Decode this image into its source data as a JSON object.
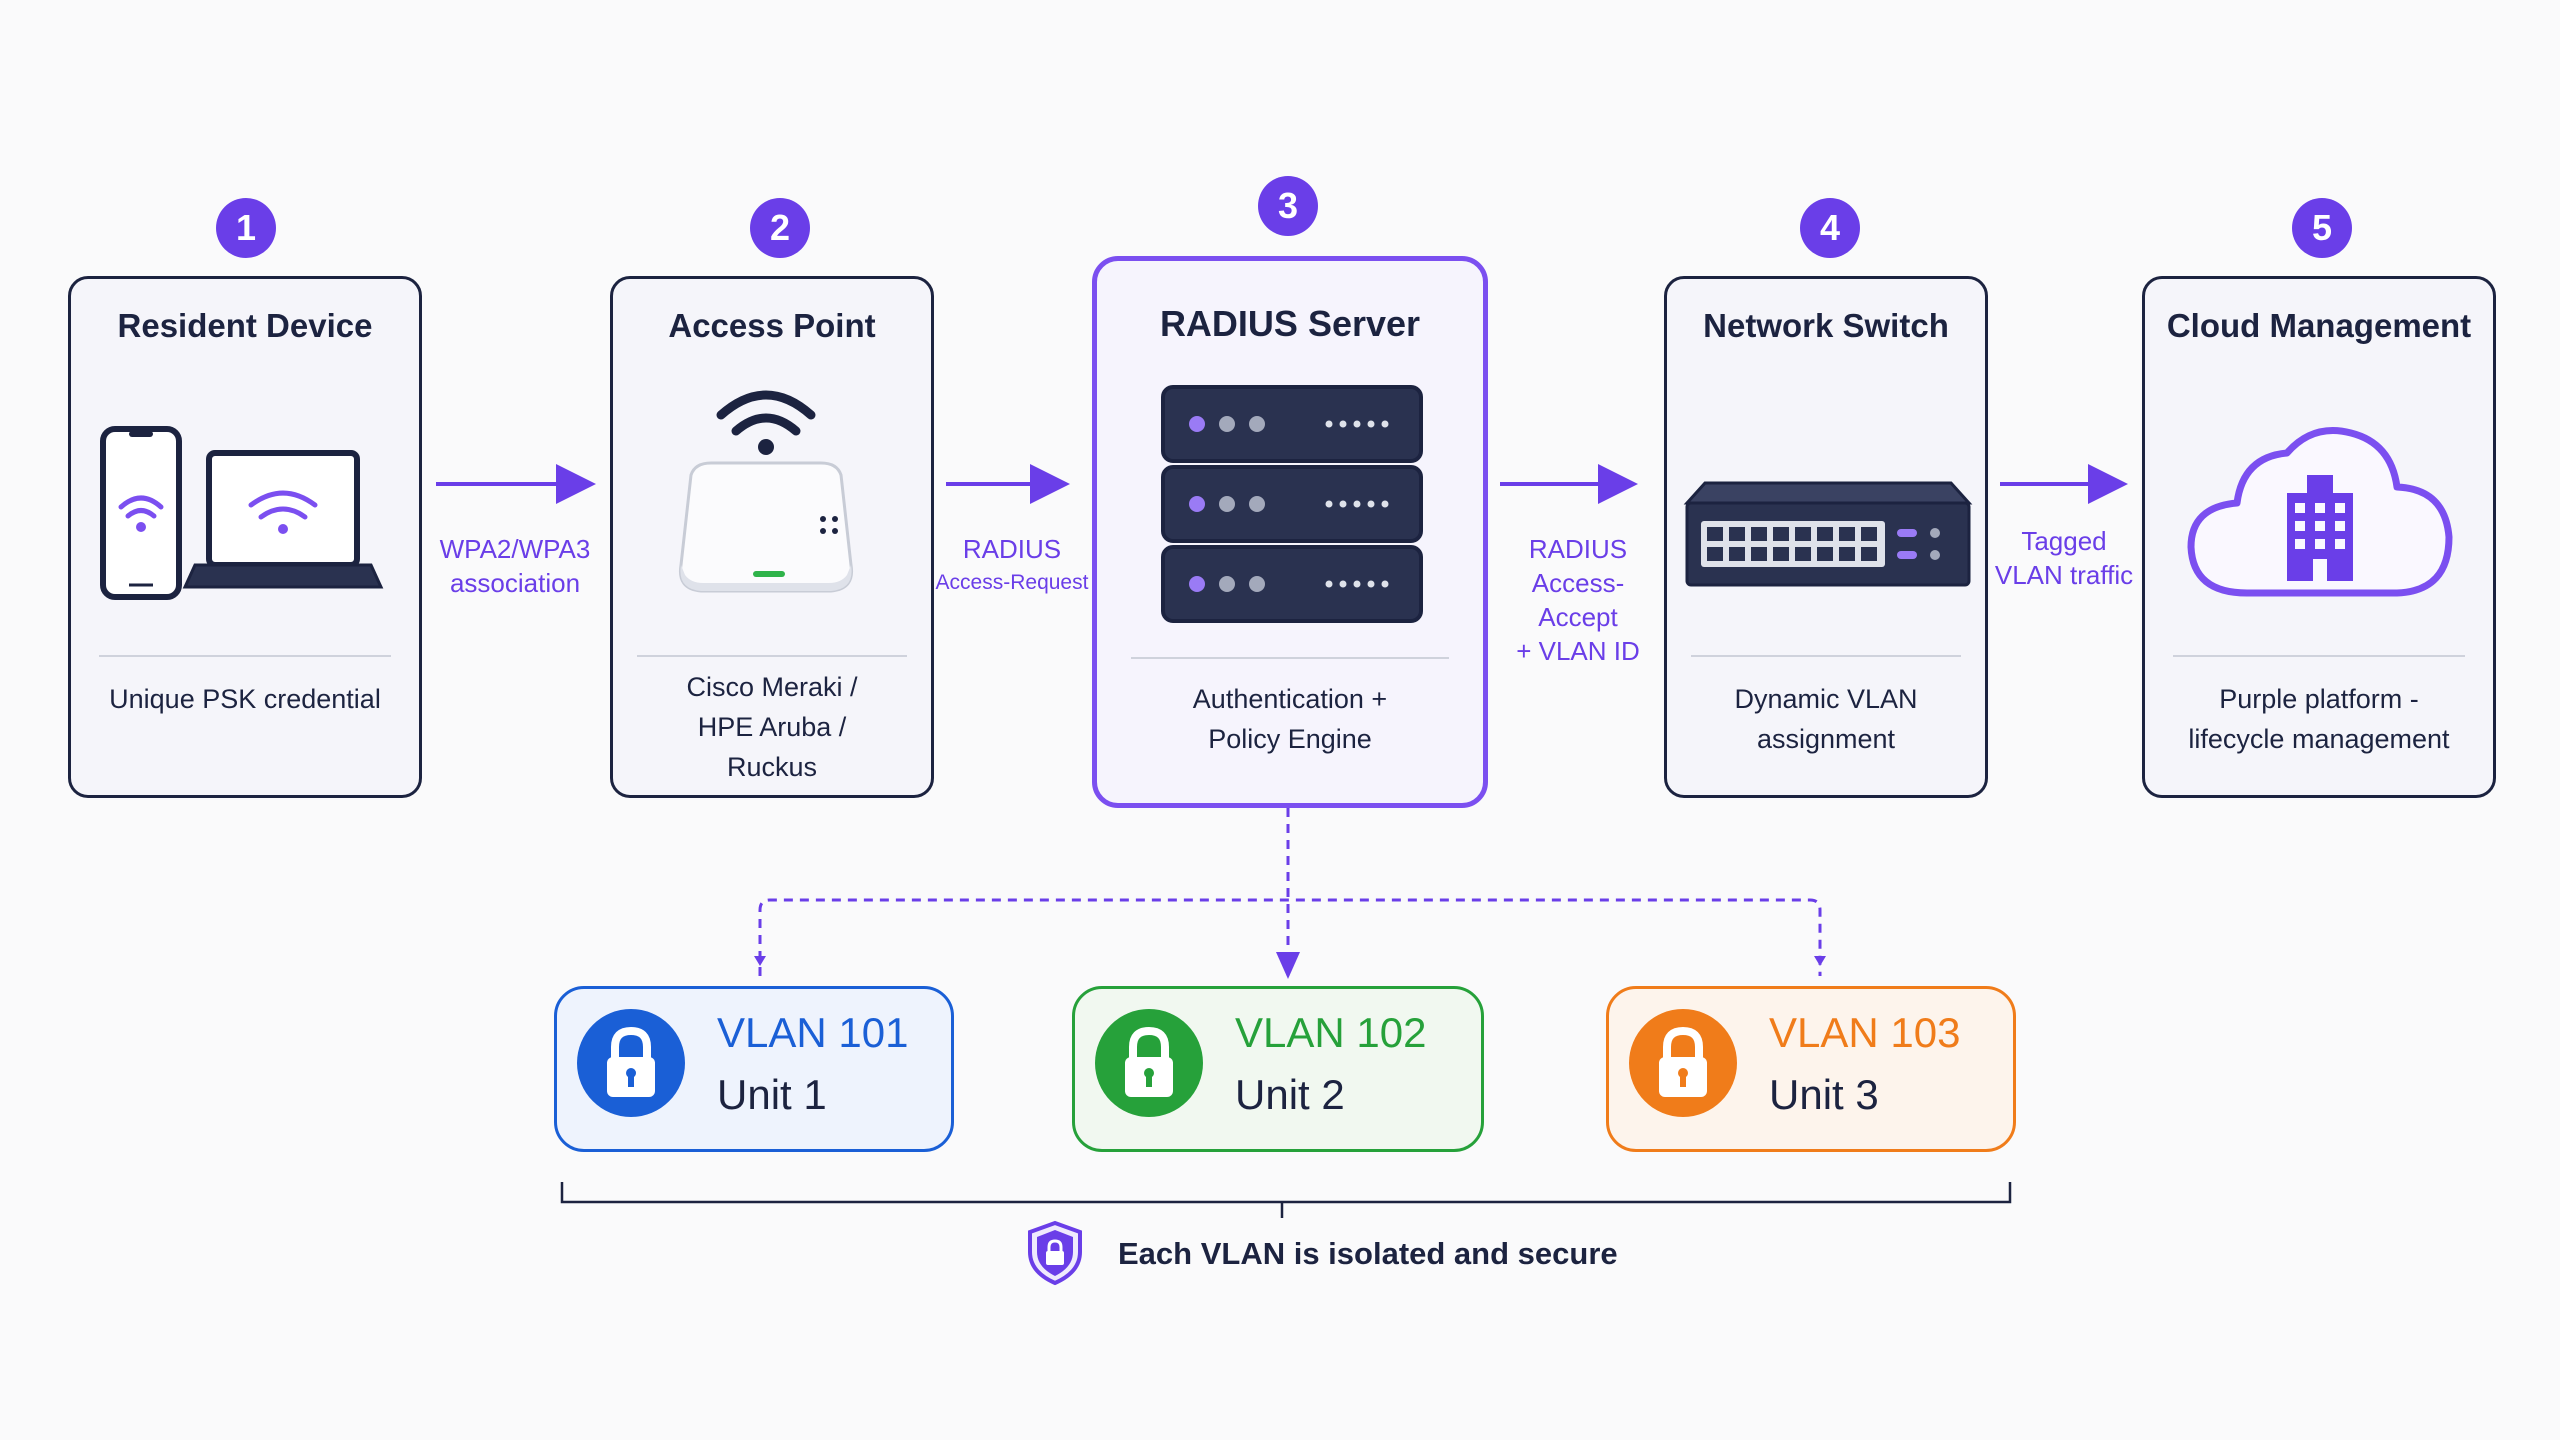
{
  "steps": [
    {
      "number": "1",
      "title": "Resident Device",
      "desc": [
        "Unique PSK credential"
      ]
    },
    {
      "number": "2",
      "title": "Access Point",
      "desc": [
        "Cisco Meraki /",
        "HPE Aruba /",
        "Ruckus"
      ]
    },
    {
      "number": "3",
      "title": "RADIUS Server",
      "desc": [
        "Authentication +",
        "Policy Engine"
      ]
    },
    {
      "number": "4",
      "title": "Network Switch",
      "desc": [
        "Dynamic VLAN",
        "assignment"
      ]
    },
    {
      "number": "5",
      "title": "Cloud Management",
      "desc": [
        "Purple platform -",
        "lifecycle management"
      ]
    }
  ],
  "arrows": [
    {
      "lines": [
        "WPA2/WPA3",
        "association"
      ]
    },
    {
      "lines": [
        "RADIUS",
        "Access-Request"
      ]
    },
    {
      "lines": [
        "RADIUS",
        "Access-Accept",
        "+ VLAN ID"
      ]
    },
    {
      "lines": [
        "Tagged",
        "VLAN traffic"
      ]
    }
  ],
  "vlans": [
    {
      "id": "VLAN 101",
      "unit": "Unit 1",
      "color": "#1a5fd6",
      "bg": "#eef3fd"
    },
    {
      "id": "VLAN 102",
      "unit": "Unit 2",
      "color": "#26a13a",
      "bg": "#f1f8f0"
    },
    {
      "id": "VLAN 103",
      "unit": "Unit 3",
      "color": "#f07c1a",
      "bg": "#fdf4ec"
    }
  ],
  "footer": {
    "text": "Each VLAN is isolated and secure"
  },
  "colors": {
    "accent": "#6a3ee8",
    "ink": "#1c2340"
  },
  "icons": {
    "device": "smartphone-and-laptop-wifi-icon",
    "ap": "wireless-access-point-icon",
    "radius": "server-rack-icon",
    "switch": "network-switch-icon",
    "cloud": "cloud-building-icon",
    "lock": "padlock-icon",
    "shield": "shield-lock-icon"
  }
}
